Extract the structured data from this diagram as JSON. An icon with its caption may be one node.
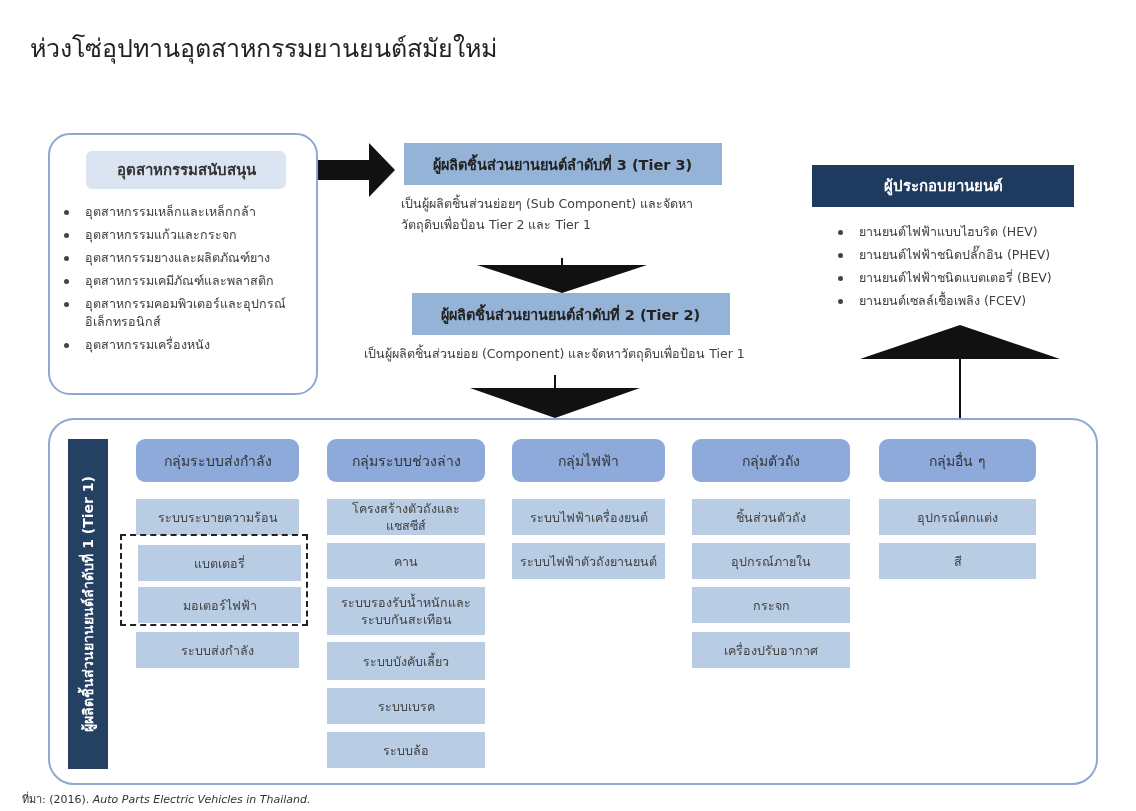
{
  "diagram": {
    "title": "ห่วงโซ่อุปทานอุตสาหกรรมยานยนต์สมัยใหม่",
    "caption": "ที่มา: (2016). *Auto Parts Electric Vehicles in Thailand.*",
    "nodes": [
      {
        "text": [
          "อุตสาหกรรมสนับสนุน",
          "อุตสาหกรรมเหล็กและเหล็กกล้า",
          "อุตสาหกรรมแก้วและกระจก",
          "อุตสาหกรรมยางและผลิตภัณฑ์ยาง",
          "อุตสาหกรรมเคมีภัณฑ์และพลาสติก",
          "อุตสาหกรรมคอมพิวเตอร์และอุปกรณ์อิเล็กทรอนิกส์",
          "อุตสาหกรรมเครื่องหนัง"
        ]
      },
      {
        "text": [
          "ผู้ผลิตชิ้นส่วนยานยนต์ลำดับที่ 3 (Tier 3)",
          "เป็นผู้ผลิตชิ้นส่วนย่อยๆ (Sub Component) และจัดหาวัตถุดิบเพื่อป้อน Tier 2 และ Tier 1"
        ]
      },
      {
        "text": [
          "ผู้ผลิตชิ้นส่วนยานยนต์ลำดับที่ 2 (Tier 2)",
          "เป็นผู้ผลิตชิ้นส่วนย่อย (Component) และจัดหาวัตถุดิบเพื่อป้อน Tier 1"
        ]
      },
      {
        "text": [
          "ผู้ประกอบยานยนต์",
          "ยานยนต์ไฟฟ้าแบบไฮบริด (HEV)",
          "ยานยนต์ไฟฟ้าชนิดปลั๊กอิน (PHEV)",
          "ยานยนต์ไฟฟ้าชนิดแบตเตอรี่ (BEV)",
          "ยานยนต์เซลล์เชื้อเพลิง (FCEV)"
        ]
      },
      {
        "text": [],
        "shape": "box"
      },
      {
        "text": [
          "ผู้ผลิตชิ้นส่วนยานยนต์ลำดับที่ 1 (Tier 1)"
        ],
        "in": 4
      },
      {
        "text": [
          "กลุ่มระบบส่งกำลัง"
        ],
        "in": 4
      },
      {
        "text": [
          "ระบบระบายความร้อน"
        ],
        "in": 4
      },
      {
        "text": [],
        "shape": "box",
        "in": 4
      },
      {
        "text": [
          "แบตเตอรี่"
        ],
        "in": 8
      },
      {
        "text": [
          "มอเตอร์ไฟฟ้า"
        ],
        "in": 8
      },
      {
        "text": [
          "ระบบส่งกำลัง"
        ],
        "in": 4
      },
      {
        "text": [
          "กลุ่มระบบช่วงล่าง"
        ],
        "in": 4
      },
      {
        "text": [
          "โครงสร้างตัวถังและแชสซีส์"
        ],
        "in": 4
      },
      {
        "text": [
          "คาน"
        ],
        "in": 4
      },
      {
        "text": [
          "ระบบรองรับน้ำหนักและระบบกันสะเทือน"
        ],
        "in": 4
      },
      {
        "text": [
          "ระบบบังคับเลี้ยว"
        ],
        "in": 4
      },
      {
        "text": [
          "ระบบเบรค"
        ],
        "in": 4
      },
      {
        "text": [
          "ระบบล้อ"
        ],
        "in": 4
      },
      {
        "text": [
          "กลุ่มไฟฟ้า"
        ],
        "in": 4
      },
      {
        "text": [
          "ระบบไฟฟ้าเครื่องยนต์"
        ],
        "in": 4
      },
      {
        "text": [
          "ระบบไฟฟ้าตัวถังยานยนต์"
        ],
        "in": 4
      },
      {
        "text": [
          "กลุ่มตัวถัง"
        ],
        "in": 4
      },
      {
        "text": [
          "ชิ้นส่วนตัวถัง"
        ],
        "in": 4
      },
      {
        "text": [
          "อุปกรณ์ภายใน"
        ],
        "in": 4
      },
      {
        "text": [
          "กระจก"
        ],
        "in": 4
      },
      {
        "text": [
          "เครื่องปรับอากาศ"
        ],
        "in": 4
      },
      {
        "text": [
          "กลุ่มอื่น ๆ"
        ],
        "in": 4
      },
      {
        "text": [
          "อุปกรณ์ตกแต่ง"
        ],
        "in": 4
      },
      {
        "text": [
          "สี"
        ],
        "in": 4
      }
    ],
    "edges": [
      {
        "from": 0,
        "to": 1,
        "arrow": "to"
      },
      {
        "from": 1,
        "to": 2,
        "arrow": "to"
      },
      {
        "from": 2,
        "to": 4,
        "arrow": "to"
      },
      {
        "from": 4,
        "to": 3,
        "arrow": "to"
      }
    ]
  }
}
